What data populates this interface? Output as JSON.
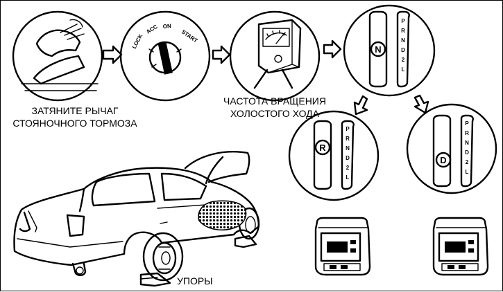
{
  "labels": {
    "parking_brake_line1": "ЗАТЯНИТЕ РЫЧАГ",
    "parking_brake_line2": "СТОЯНОЧНОГО ТОРМОЗА",
    "idle_speed_line1": "ЧАСТОТА ВРАЩЕНИЯ",
    "idle_speed_line2": "ХОЛОСТОГО ХОДА",
    "wheel_chocks": "УПОРЫ"
  },
  "ignition": {
    "lock": "LOCK",
    "acc": "ACC",
    "on": "ON",
    "start": "START"
  },
  "selector": {
    "neutral": "N",
    "reverse": "R",
    "drive": "D",
    "gate": [
      "P",
      "R",
      "N",
      "D",
      "2",
      "L"
    ]
  },
  "icons": [
    "hand-on-lever-icon",
    "ignition-key-icon",
    "tachometer-icon",
    "gear-selector-icon",
    "arrow-right-icon",
    "arrow-down-icon",
    "car-icon",
    "wheel-chock-icon",
    "monitor-icon"
  ]
}
